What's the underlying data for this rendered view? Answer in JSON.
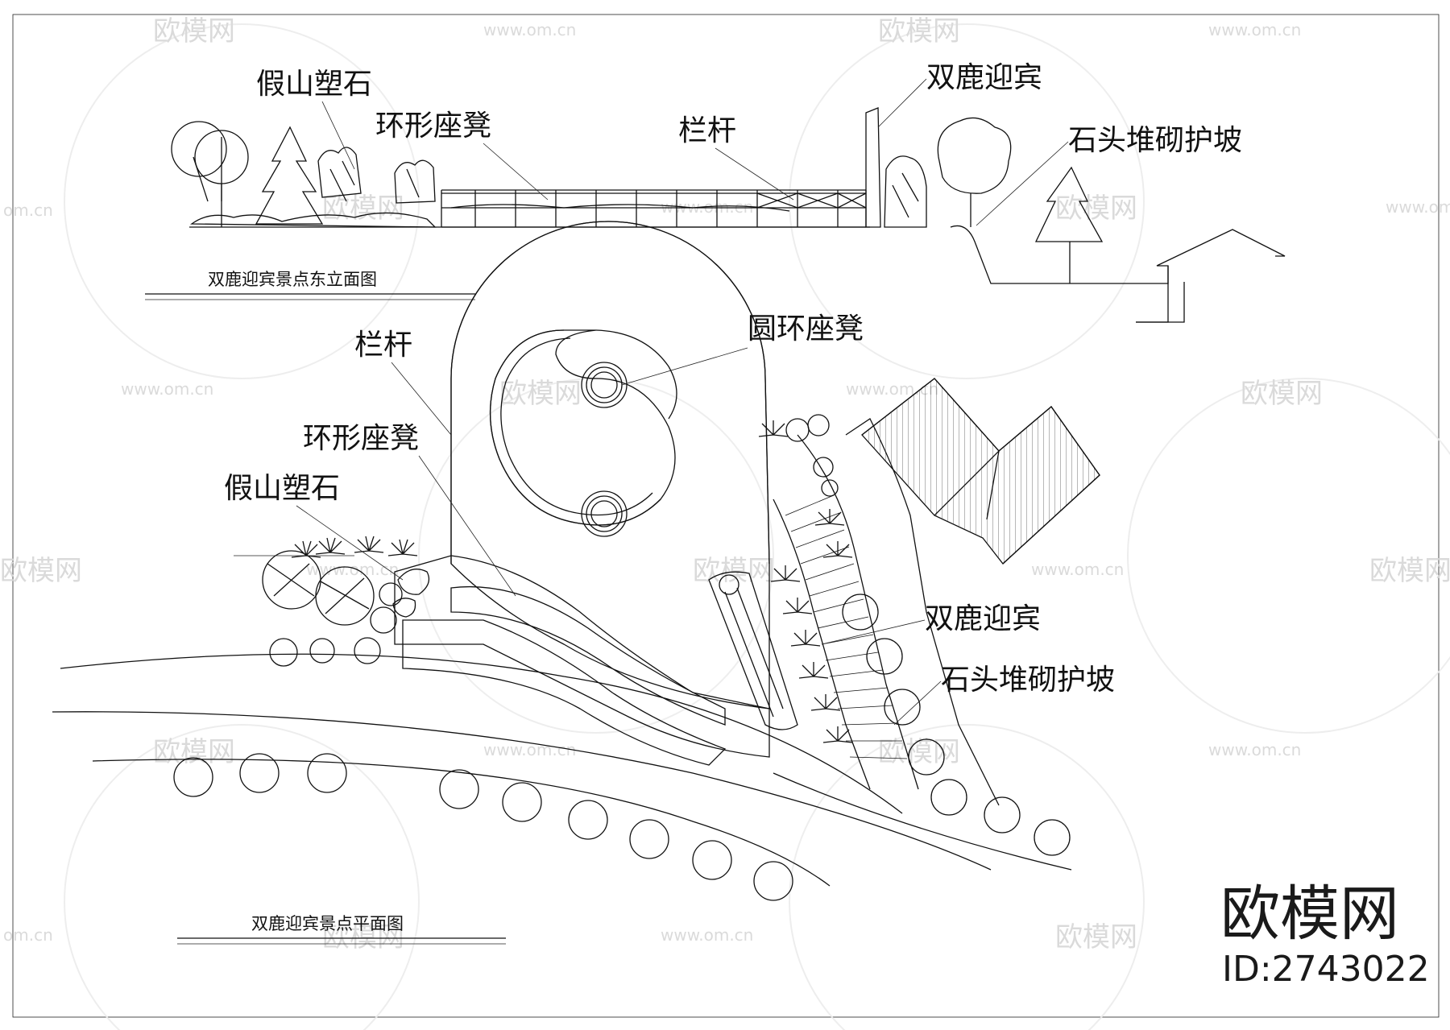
{
  "elevation": {
    "caption": "双鹿迎宾景点东立面图",
    "labels": {
      "rockery": "假山塑石",
      "ring_bench": "环形座凳",
      "railing": "栏杆",
      "deer_sculpture": "双鹿迎宾",
      "stone_slope": "石头堆砌护坡"
    }
  },
  "plan": {
    "caption": "双鹿迎宾景点平面图",
    "labels": {
      "railing": "栏杆",
      "round_bench": "圆环座凳",
      "ring_bench": "环形座凳",
      "rockery": "假山塑石",
      "deer_sculpture": "双鹿迎宾",
      "stone_slope": "石头堆砌护坡"
    }
  },
  "watermark": {
    "brand": "欧模网",
    "url": "www.om.cn",
    "short_url": "om.cn",
    "id": "ID:2743022"
  },
  "colors": {
    "ink": "#111111",
    "watermark": "#d7d7d7"
  }
}
